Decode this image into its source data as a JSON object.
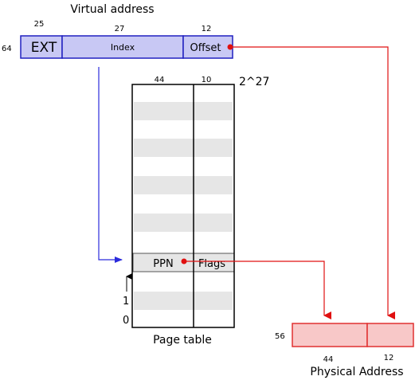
{
  "virtual_address": {
    "title": "Virtual address",
    "total_bits": "64",
    "fields": [
      {
        "label": "EXT",
        "bits": "25"
      },
      {
        "label": "Index",
        "bits": "27"
      },
      {
        "label": "Offset",
        "bits": "12"
      }
    ]
  },
  "page_table": {
    "caption": "Page table",
    "size_label": "2^27",
    "column_bits": [
      "44",
      "10"
    ],
    "entry": {
      "ppn": "PPN",
      "flags": "Flags"
    },
    "row_labels": [
      "1",
      "0"
    ]
  },
  "physical_address": {
    "title": "Physical Address",
    "total_bits": "56",
    "field_bits": [
      "44",
      "12"
    ]
  },
  "colors": {
    "virtual_fill": "#c8c8f4",
    "virtual_stroke": "#2020c0",
    "blue_arrow": "#2b2bdc",
    "physical_fill": "#f8c8c8",
    "physical_stroke": "#e03030",
    "red_arrow": "#e01010",
    "row_stripe": "#e6e6e6"
  }
}
